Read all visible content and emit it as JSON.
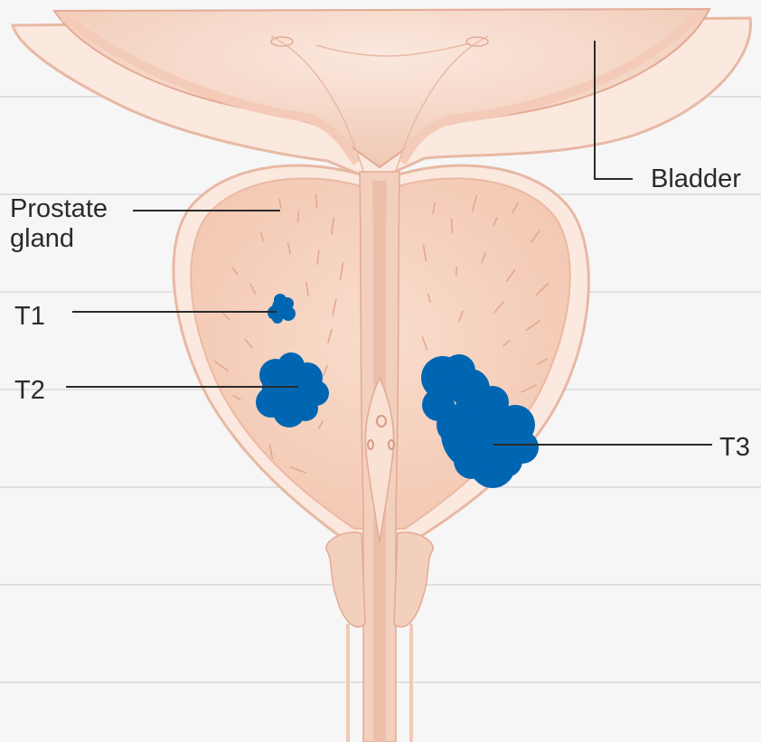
{
  "labels": {
    "bladder": "Bladder",
    "prostate_line1": "Prostate",
    "prostate_line2": "gland",
    "t1": "T1",
    "t2": "T2",
    "t3": "T3"
  },
  "colors": {
    "tissue_outer": "#fbe9df",
    "tissue_rim": "#e8b8a4",
    "bladder_fill": "#f6d8c8",
    "gland_fill": "#f7d3c0",
    "urethra": "#edbfaa",
    "tumour": "#0066b2",
    "leader_line": "#2b2b2b"
  }
}
